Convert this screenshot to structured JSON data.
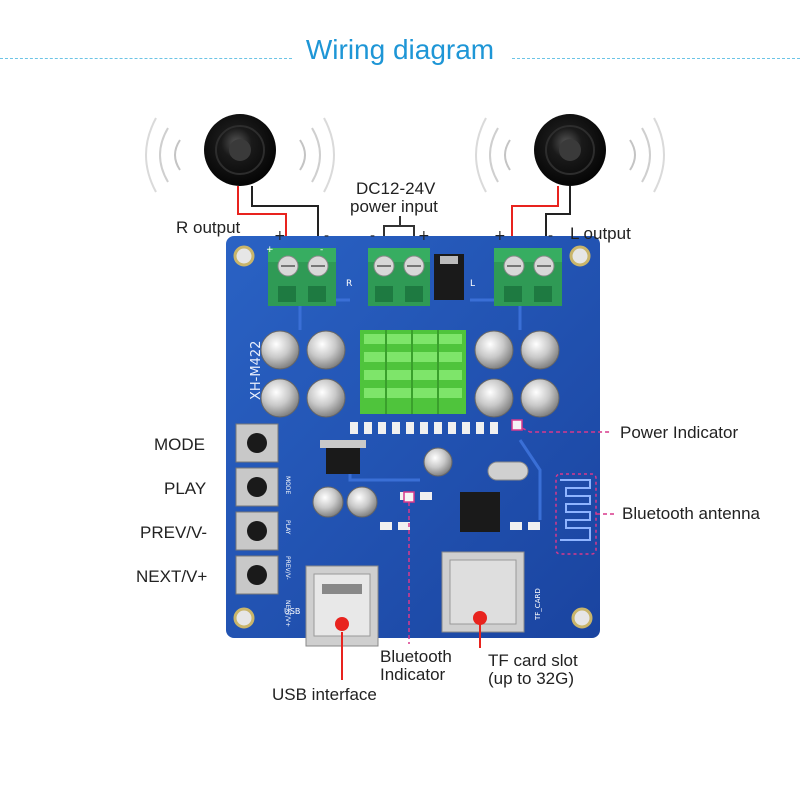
{
  "title": "Wiring diagram",
  "labels": {
    "r_output": "R output",
    "l_output": "L output",
    "power_input_line1": "DC12-24V",
    "power_input_line2": "power input",
    "power_indicator": "Power Indicator",
    "bluetooth_antenna": "Bluetooth antenna",
    "bluetooth_indicator_line1": "Bluetooth",
    "bluetooth_indicator_line2": "Indicator",
    "tf_card_line1": "TF card slot",
    "tf_card_line2": "(up to 32G)",
    "usb_interface": "USB interface"
  },
  "buttons": {
    "mode": "MODE",
    "play": "PLAY",
    "prev": "PREV/V-",
    "next": "NEXT/V+"
  },
  "polarity": {
    "plus": "+",
    "minus": "-"
  },
  "board": {
    "model": "XH-M422",
    "usb_silk": "USB",
    "tf_silk": "TF_CARD",
    "silk_mode": "MODE",
    "silk_play": "PLAY",
    "silk_prev": "PREV/V-",
    "silk_next": "NEXT/V+",
    "silk_r": "R",
    "silk_l": "L"
  },
  "colors": {
    "title": "#1e96d6",
    "board": "#1f4fae",
    "terminal": "#2f9a55",
    "heatsink": "#63d94e",
    "wire_red": "#e8231e",
    "wire_black": "#222222",
    "leader_magenta": "#d8388c",
    "marker_red": "#e8231e"
  }
}
